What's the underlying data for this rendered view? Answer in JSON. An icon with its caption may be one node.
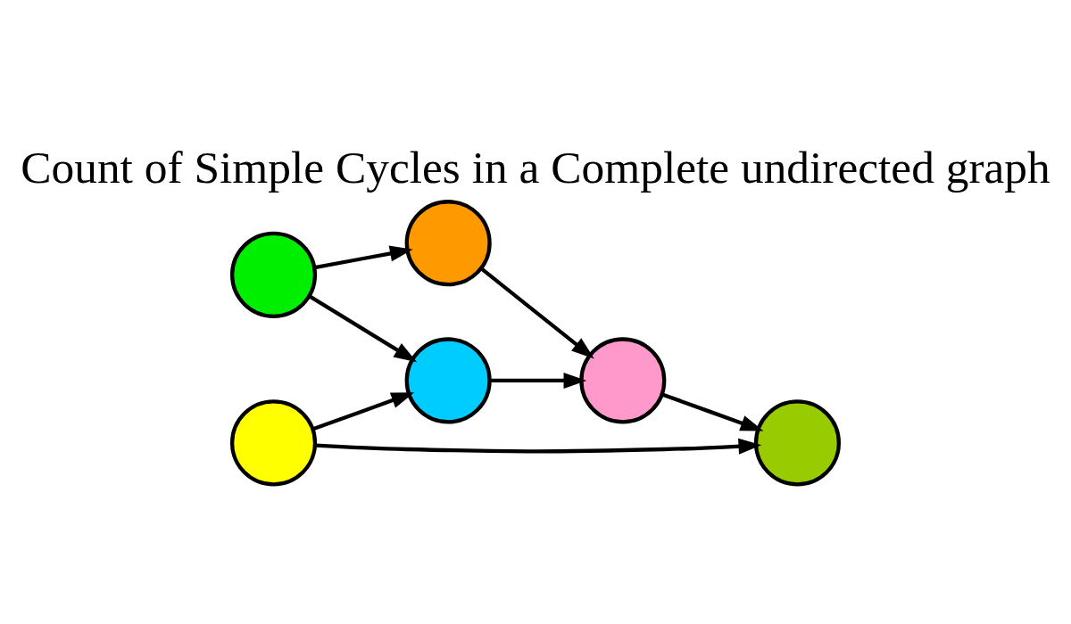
{
  "diagram": {
    "title": "Count of Simple Cycles in a Complete undirected graph",
    "nodes": [
      {
        "text": [],
        "shape": "circle"
      },
      {
        "text": [],
        "shape": "circle"
      },
      {
        "text": [],
        "shape": "circle"
      },
      {
        "text": [],
        "shape": "circle"
      },
      {
        "text": [],
        "shape": "circle"
      },
      {
        "text": [],
        "shape": "circle"
      }
    ],
    "edges": [
      {
        "from": 0,
        "to": 1,
        "arrow": "to"
      },
      {
        "from": 1,
        "to": 2,
        "arrow": "to"
      },
      {
        "from": 0,
        "to": 3,
        "arrow": "to"
      },
      {
        "from": 3,
        "to": 2,
        "arrow": "to"
      },
      {
        "from": 2,
        "to": 4,
        "arrow": "to"
      },
      {
        "from": 5,
        "to": 3,
        "arrow": "to"
      },
      {
        "from": 5,
        "to": 4,
        "arrow": "to"
      }
    ]
  }
}
